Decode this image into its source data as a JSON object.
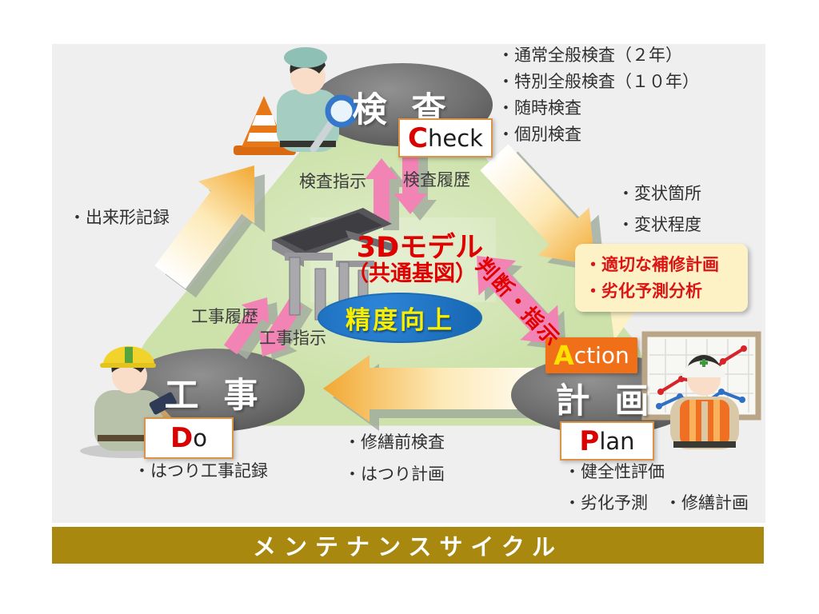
{
  "footer": {
    "label": "メンテナンスサイクル"
  },
  "center": {
    "model_title": "3Dモデル",
    "model_subtitle": "（共通基図）",
    "accuracy": "精度向上",
    "judgement": "判断・指示"
  },
  "nodes": {
    "inspection": {
      "title": "検 査",
      "tag_first": "C",
      "tag_rest": "heck"
    },
    "construction": {
      "title": "工 事",
      "tag_first": "D",
      "tag_rest": "o"
    },
    "plan": {
      "title": "計 画",
      "tag_first": "P",
      "tag_rest": "lan"
    },
    "action": {
      "first": "A",
      "rest": "ction"
    }
  },
  "flow": {
    "inspect_instruction": "検査指示",
    "inspect_history": "検査履歴",
    "work_history": "工事履歴",
    "work_instruction": "工事指示"
  },
  "bullets": {
    "inspection_types": [
      "・通常全般検査（２年）",
      "・特別全般検査（１０年）",
      "・随時検査",
      "・個別検査"
    ],
    "deformation": [
      "・変状箇所",
      "・変状程度"
    ],
    "highlight": [
      "・適切な補修計画",
      "・劣化予測分析"
    ],
    "as_built": "・出来形記録",
    "work_record": "・はつり工事記録",
    "pre_repair": [
      "・修繕前検査",
      "・はつり計画"
    ],
    "plan_outputs": [
      "・健全性評価",
      "・劣化予測　・修繕計画"
    ]
  },
  "colors": {
    "accent_gold": "#a9880f",
    "pink_arrow": "#f283b5",
    "node_gray": "#6a6a6a",
    "highlight_bg": "#fcf2c6",
    "action_orange": "#f0701a",
    "red_text": "#e00000",
    "accuracy_blue": "#1a6fbe",
    "green_blob": "#cde2ab"
  }
}
